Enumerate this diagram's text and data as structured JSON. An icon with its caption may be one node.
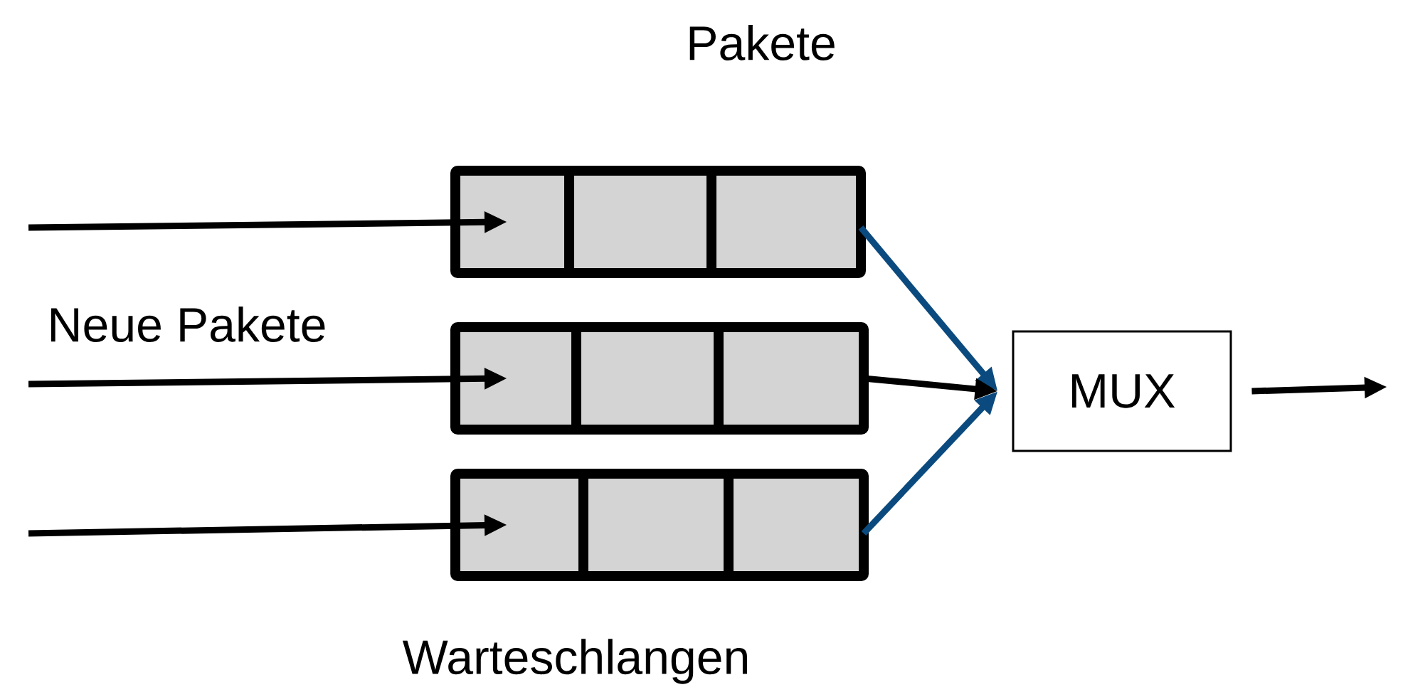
{
  "diagram": {
    "nodes": [
      {
        "text": [],
        "shape": "box"
      },
      {
        "text": [],
        "shape": "box"
      },
      {
        "text": [],
        "shape": "box"
      },
      {
        "text": [
          "MUX"
        ]
      }
    ],
    "edges": [
      {
        "from": null,
        "to": 0,
        "arrow": "to"
      },
      {
        "from": null,
        "to": 1,
        "arrow": "to"
      },
      {
        "from": null,
        "to": 2,
        "arrow": "to"
      },
      {
        "from": 0,
        "to": 3,
        "arrow": "to",
        "color": "#0b4a7e"
      },
      {
        "from": 1,
        "to": 3,
        "arrow": "to"
      },
      {
        "from": 2,
        "to": 3,
        "arrow": "to",
        "color": "#0b4a7e"
      },
      {
        "from": 3,
        "to": null,
        "arrow": "to"
      }
    ],
    "labels": [
      "Pakete",
      "Neue Pakete",
      "Warteschlangen"
    ]
  }
}
